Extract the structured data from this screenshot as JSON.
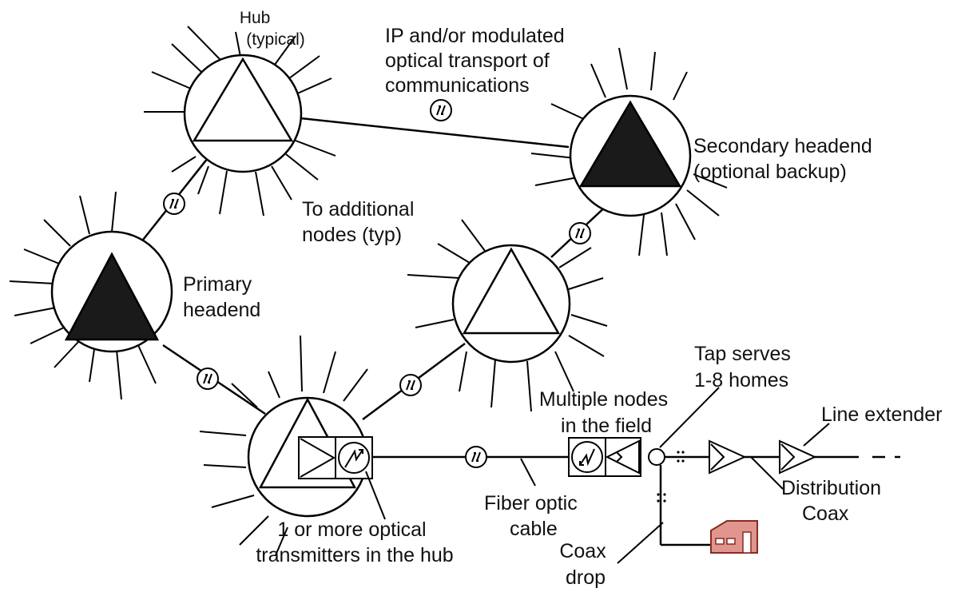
{
  "labels": {
    "hub_typical": [
      "Hub",
      "(typical)"
    ],
    "ip_transport": [
      "IP and/or modulated",
      "optical transport of",
      "communications"
    ],
    "secondary_headend": [
      "Secondary headend",
      "(optional backup)"
    ],
    "to_additional_nodes": [
      "To additional",
      "nodes (typ)"
    ],
    "primary_headend": [
      "Primary",
      "headend"
    ],
    "tap_serves": [
      "Tap serves",
      "1-8 homes"
    ],
    "multiple_nodes": [
      "Multiple nodes",
      "in the field"
    ],
    "line_extender": [
      "Line extender"
    ],
    "fiber_optic_cable": [
      "Fiber optic",
      "cable"
    ],
    "distribution_coax": [
      "Distribution",
      "Coax"
    ],
    "optical_transmitters": [
      "1 or more optical",
      "transmitters in the hub"
    ],
    "coax_drop": [
      "Coax",
      "drop"
    ]
  },
  "colors": {
    "line": "#000000",
    "headend_fill": "#1a1a1a",
    "house_fill": "#e0968e",
    "house_stroke": "#8a2a22"
  }
}
